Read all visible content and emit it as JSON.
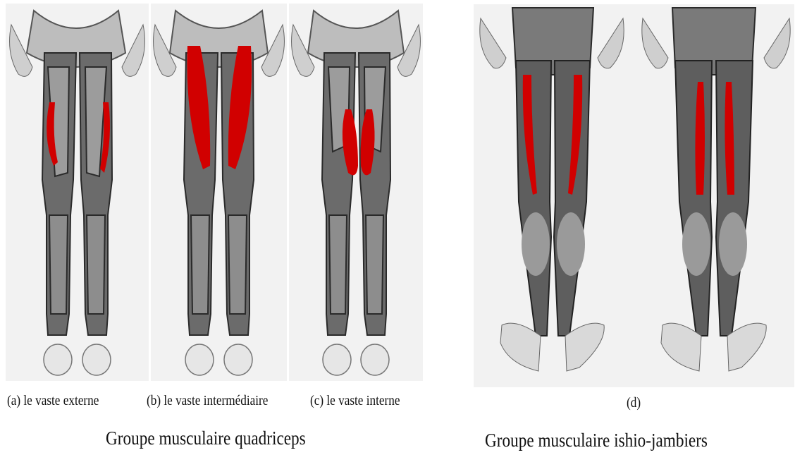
{
  "left_figure": {
    "panels": [
      {
        "caption": "(a) le vaste externe",
        "highlighted_muscle": "vaste externe"
      },
      {
        "caption": "(b) le vaste intermédiaire",
        "highlighted_muscle": "vaste intermédiaire"
      },
      {
        "caption": "(c) le vaste interne",
        "highlighted_muscle": "vaste interne"
      }
    ],
    "group_title": "Groupe musculaire quadriceps"
  },
  "right_figure": {
    "panel_caption": "(d)",
    "group_title": "Groupe musculaire ishio-jambiers"
  },
  "colors": {
    "highlight": "#d10000",
    "muscle_dark": "#3a3a3a",
    "muscle_mid": "#8a8a8a",
    "panel_bg": "#f2f2f2"
  }
}
